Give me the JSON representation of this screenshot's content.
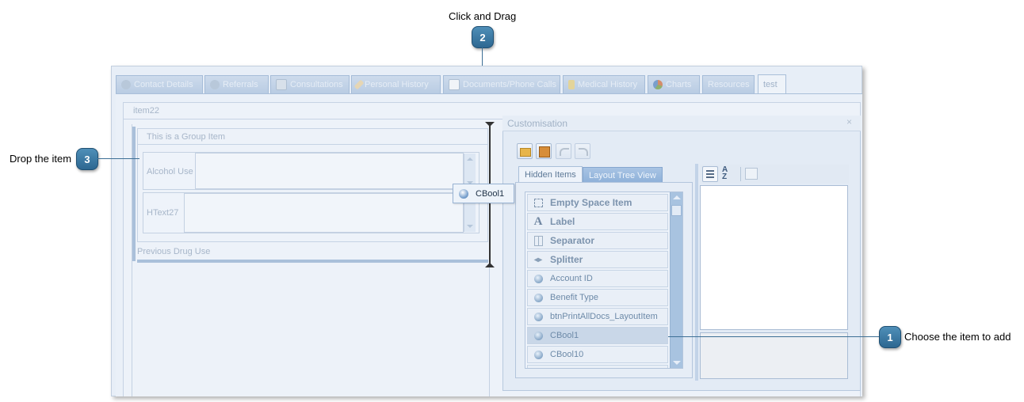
{
  "callouts": [
    {
      "number": "1",
      "text": "Choose the item to add"
    },
    {
      "number": "2",
      "text": "Click and Drag"
    },
    {
      "number": "3",
      "text": "Drop the item"
    }
  ],
  "tabs": [
    {
      "label": "Contact Details",
      "icon": "contact-icon"
    },
    {
      "label": "Referrals",
      "icon": "referral-icon"
    },
    {
      "label": "Consultations",
      "icon": "calendar-icon"
    },
    {
      "label": "Personal History",
      "icon": "bandage-icon"
    },
    {
      "label": "Documents/Phone Calls",
      "icon": "document-icon"
    },
    {
      "label": "Medical History",
      "icon": "caduceus-icon"
    },
    {
      "label": "Charts",
      "icon": "pie-chart-icon"
    },
    {
      "label": "Resources",
      "icon": ""
    },
    {
      "label": "test",
      "icon": "",
      "active": true
    }
  ],
  "layout": {
    "outer_group": "item22",
    "group_item": "This is a Group Item",
    "fields": [
      {
        "label": "Alcohol Use"
      },
      {
        "label": "HText27"
      }
    ],
    "below_group": "Previous Drug Use"
  },
  "drag_item": {
    "label": "CBool1",
    "icon": "ball-icon"
  },
  "customisation": {
    "title": "Customisation",
    "close": "×",
    "toolbar": [
      "open-folder-icon",
      "save-icon",
      "undo-icon",
      "redo-icon"
    ],
    "tabs": [
      "Hidden Items",
      "Layout Tree View"
    ],
    "active_tab": "Hidden Items",
    "items": [
      {
        "label": "Empty Space Item",
        "bold": true,
        "icon": "empty-space-icon"
      },
      {
        "label": "Label",
        "bold": true,
        "icon": "label-icon"
      },
      {
        "label": "Separator",
        "bold": true,
        "icon": "separator-icon"
      },
      {
        "label": "Splitter",
        "bold": true,
        "icon": "splitter-icon"
      },
      {
        "label": "Account ID",
        "bold": false,
        "icon": "ball-icon"
      },
      {
        "label": "Benefit Type",
        "bold": false,
        "icon": "ball-icon"
      },
      {
        "label": "btnPrintAllDocs_LayoutItem",
        "bold": false,
        "icon": "ball-icon"
      },
      {
        "label": "CBool1",
        "bold": false,
        "icon": "ball-icon",
        "selected": true
      },
      {
        "label": "CBool10",
        "bold": false,
        "icon": "ball-icon"
      }
    ],
    "property_toolbar": [
      "categorized-icon",
      "sort-az-icon",
      "property-pages-icon"
    ]
  },
  "colors": {
    "accent": "#3d6f95",
    "window_bg": "#e7eef7",
    "tab": "#c2d3e8"
  }
}
